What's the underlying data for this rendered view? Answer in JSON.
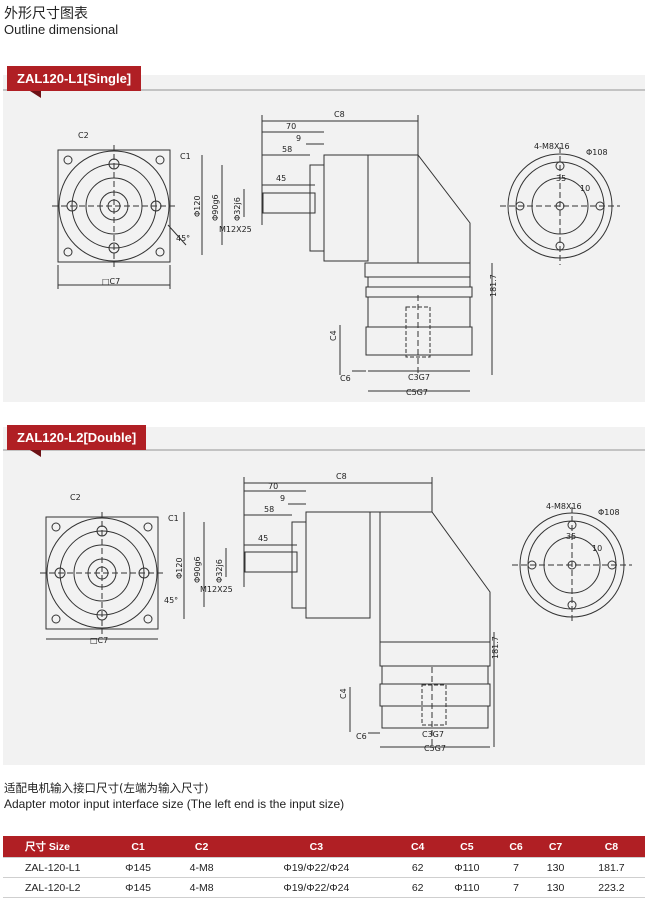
{
  "header": {
    "title_cn": "外形尺寸图表",
    "title_en": "Outline dimensional"
  },
  "sections": [
    {
      "label": "ZAL120-L1[Single]",
      "dims": {
        "c2": "C2",
        "c1": "C1",
        "c7_sq": "□C7",
        "d45": "45°",
        "c8": "C8",
        "d70": "70",
        "d9": "9",
        "d58": "58",
        "d45len": "45",
        "phi120": "Φ120",
        "phi90": "Φ90g6",
        "phi32": "Φ32j6",
        "m12": "M12X25",
        "h1817": "181.7",
        "c4": "C4",
        "c6": "C6",
        "c3g7": "C3G7",
        "c5g7": "C5G7",
        "m8": "4-M8X16",
        "phi108": "Φ108",
        "d35": "35",
        "d10": "10"
      }
    },
    {
      "label": "ZAL120-L2[Double]",
      "dims": {
        "c2": "C2",
        "c1": "C1",
        "c7_sq": "□C7",
        "d45": "45°",
        "c8": "C8",
        "d70": "70",
        "d9": "9",
        "d58": "58",
        "d45len": "45",
        "phi120": "Φ120",
        "phi90": "Φ90g6",
        "phi32": "Φ32j6",
        "m12": "M12X25",
        "h1817": "181.7",
        "c4": "C4",
        "c6": "C6",
        "c3g7": "C3G7",
        "c5g7": "C5G7",
        "m8": "4-M8X16",
        "phi108": "Φ108",
        "d35": "35",
        "d10": "10"
      }
    }
  ],
  "note": {
    "cn": "适配电机输入接口尺寸(左端为输入尺寸)",
    "en": "Adapter motor input interface size (The left end is the input size)"
  },
  "table": {
    "headers": [
      "尺寸 Size",
      "C1",
      "C2",
      "C3",
      "C4",
      "C5",
      "C6",
      "C7",
      "C8"
    ],
    "rows": [
      [
        "ZAL-120-L1",
        "Φ145",
        "4-M8",
        "Φ19/Φ22/Φ24",
        "62",
        "Φ110",
        "7",
        "130",
        "181.7"
      ],
      [
        "ZAL-120-L2",
        "Φ145",
        "4-M8",
        "Φ19/Φ22/Φ24",
        "62",
        "Φ110",
        "7",
        "130",
        "223.2"
      ]
    ]
  },
  "colors": {
    "accent": "#b01f24",
    "panel": "#f2f2f2"
  }
}
